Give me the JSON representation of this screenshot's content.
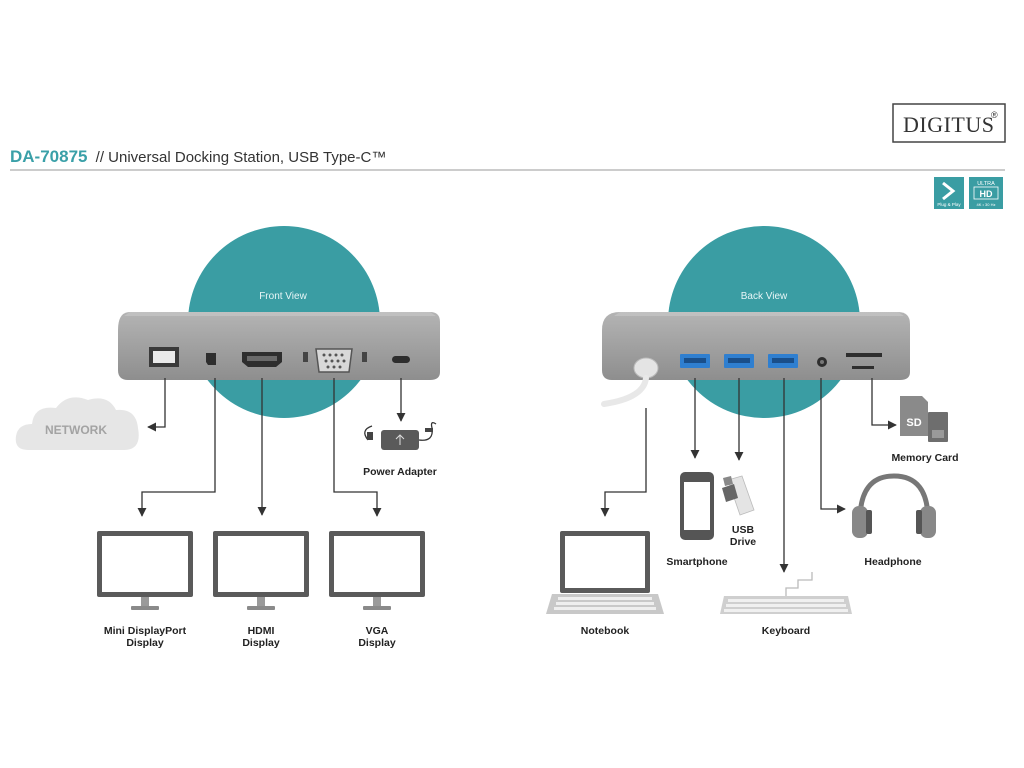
{
  "header": {
    "brand": "DIGITUS",
    "brand_mark": "®",
    "model_code": "DA-70875",
    "model_desc": " // Universal Docking Station, USB Type-C™"
  },
  "badges": {
    "plug_play_text": "Plug & Play",
    "ultra_top": "ULTRA",
    "ultra_hd": "HD",
    "ultra_bottom": "4K • 30 Hz"
  },
  "front": {
    "view_label": "Front View",
    "network_label": "NETWORK",
    "power_label": "Power Adapter",
    "displays": [
      {
        "line1": "Mini DisplayPort",
        "line2": "Display"
      },
      {
        "line1": "HDMI",
        "line2": "Display"
      },
      {
        "line1": "VGA",
        "line2": "Display"
      }
    ]
  },
  "back": {
    "view_label": "Back View",
    "memory_card_label": "Memory Card",
    "sd_text": "SD",
    "usb_drive_line1": "USB",
    "usb_drive_line2": "Drive",
    "smartphone_label": "Smartphone",
    "headphone_label": "Headphone",
    "notebook_label": "Notebook",
    "keyboard_label": "Keyboard"
  },
  "colors": {
    "teal": "#3a9da3",
    "dock_gray": "#9a9a9a",
    "title_teal": "#3aa0a8",
    "line": "#333333"
  }
}
